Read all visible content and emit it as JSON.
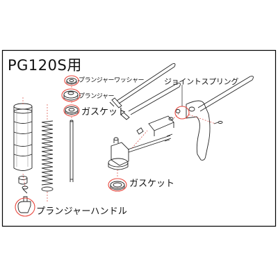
{
  "diagram": {
    "title": "PG120S用",
    "labels": {
      "plunger_washer": "プランジャーワッシャー",
      "plunger": "プランジャー",
      "gasket_top": "ガスケット",
      "joint_spring": "ジョイントスプリング",
      "gasket_bottom": "ガスケット",
      "plunger_handle": "プランジャーハンドル"
    },
    "colors": {
      "frame": "#000000",
      "line": "#222222",
      "highlight": "#e8463c",
      "leader_dash": "#d94a42"
    }
  }
}
